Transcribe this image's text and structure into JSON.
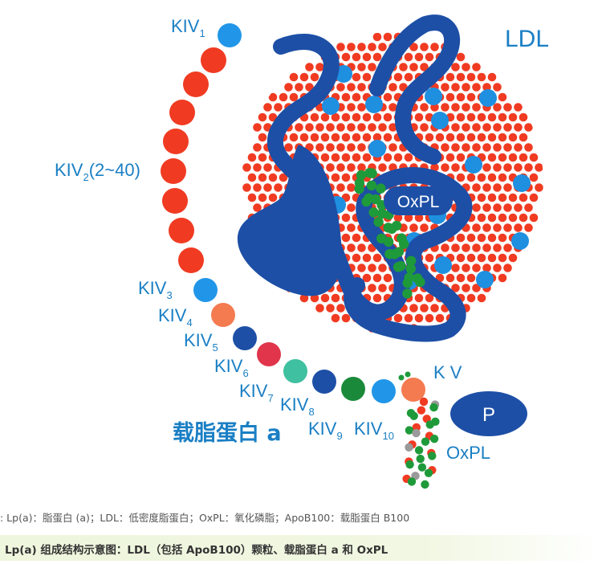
{
  "labels": {
    "ldl": "LDL",
    "oxpl_inner": "OxPL",
    "oxpl_outer": "OxPL",
    "kv": "K V",
    "p": "P",
    "apo_a": "载脂蛋白 a",
    "kiv1": {
      "base": "KIV",
      "sub": "1"
    },
    "kiv2": {
      "base": "KIV",
      "sub": "2",
      "suffix": "(2~40)"
    },
    "kiv3": {
      "base": "KIV",
      "sub": "3"
    },
    "kiv4": {
      "base": "KIV",
      "sub": "4"
    },
    "kiv5": {
      "base": "KIV",
      "sub": "5"
    },
    "kiv6": {
      "base": "KIV",
      "sub": "6"
    },
    "kiv7": {
      "base": "KIV",
      "sub": "7"
    },
    "kiv8": {
      "base": "KIV",
      "sub": "8"
    },
    "kiv9": {
      "base": "KIV",
      "sub": "9"
    },
    "kiv10": {
      "base": "KIV",
      "sub": "10"
    }
  },
  "footnote": ": Lp(a)：脂蛋白 (a)；LDL：低密度脂蛋白；OxPL：氧化磷脂；ApoB100：载脂蛋白 B100",
  "caption": "Lp(a) 组成结构示意图：LDL（包括 ApoB100）颗粒、载脂蛋白 a 和 OxPL",
  "colors": {
    "label_blue": "#1a7fc4",
    "apob_blue": "#1d4fa6",
    "lipid_red": "#f03b22",
    "chol_blue": "#1f8fe0",
    "kiv2_red": "#f03b22",
    "kiv1": "#2196e8",
    "kiv3": "#2196e8",
    "kiv4": "#f47a50",
    "kiv5": "#1d4fa6",
    "kiv6": "#e0354a",
    "kiv7": "#3fc0a0",
    "kiv8": "#1d4fa6",
    "kiv9": "#1a8a3a",
    "kiv10": "#2196e8",
    "kv": "#f47a50",
    "oxpl_green": "#1f9a3a",
    "oxpl_gray": "#9a9a9a"
  }
}
